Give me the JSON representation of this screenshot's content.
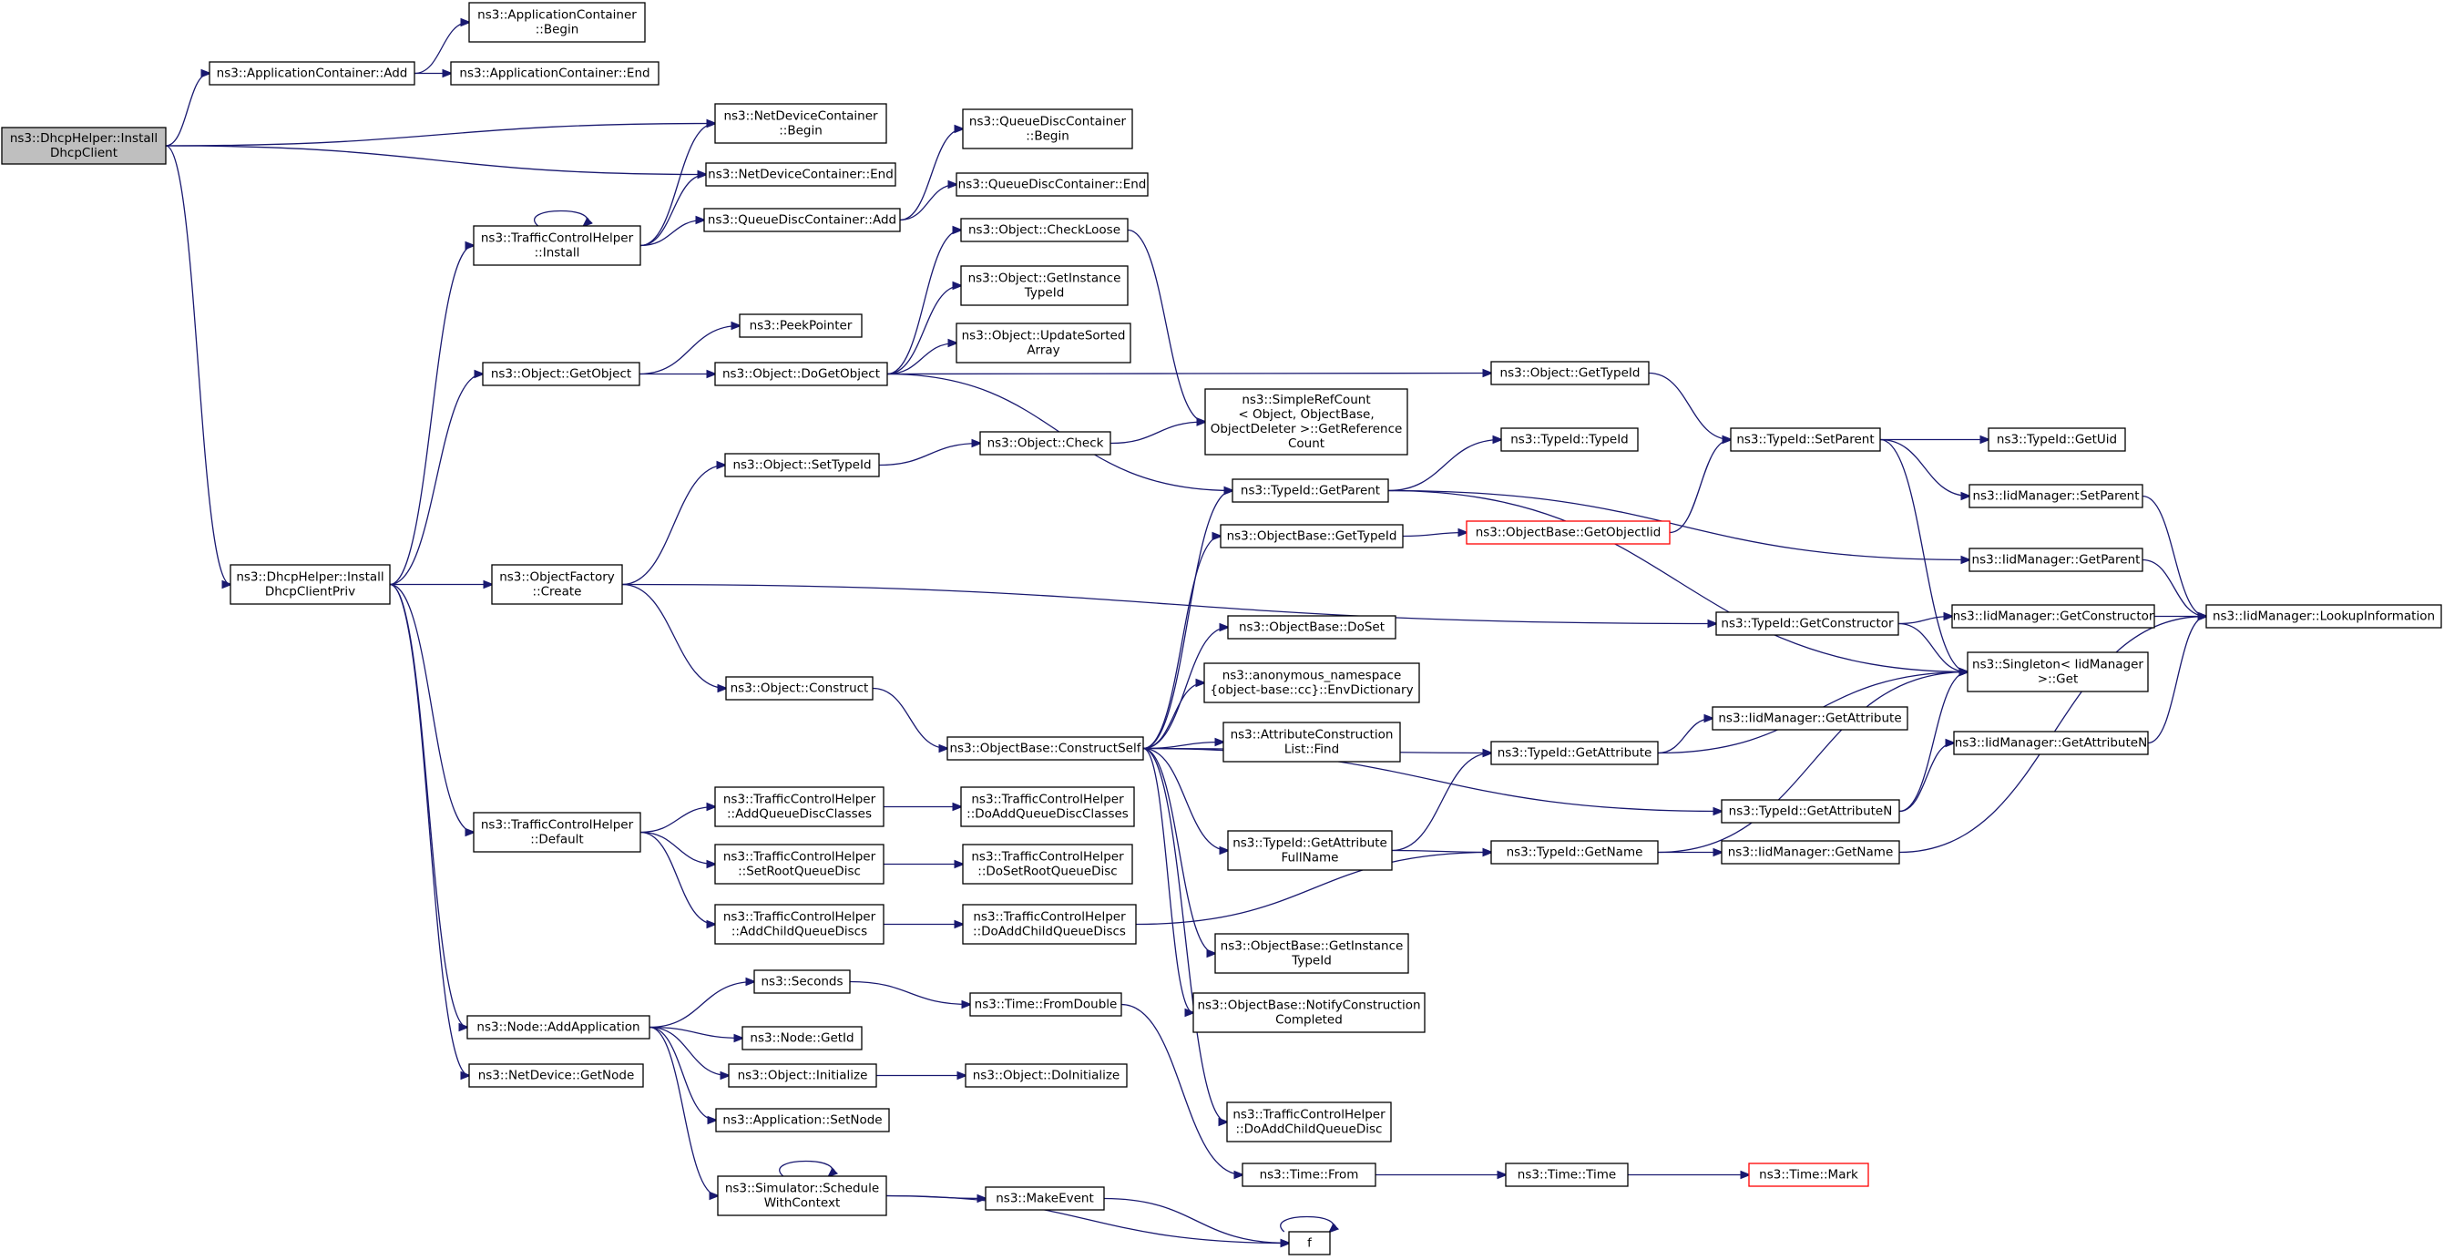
{
  "diagram": {
    "title": "Call graph of ns3::DhcpHelper::InstallDhcpClient",
    "colors": {
      "edge": "#191970",
      "root_fill": "#bfbfbf",
      "node_border": "#000000",
      "truncated_border": "#ff0000",
      "background": "#ffffff"
    },
    "nodes": [
      {
        "id": "root",
        "lines": [
          "ns3::DhcpHelper::Install",
          "DhcpClient"
        ],
        "kind": "root"
      },
      {
        "id": "appAdd",
        "lines": [
          "ns3::ApplicationContainer::Add"
        ]
      },
      {
        "id": "appBegin",
        "lines": [
          "ns3::ApplicationContainer",
          "::Begin"
        ]
      },
      {
        "id": "appEnd",
        "lines": [
          "ns3::ApplicationContainer::End"
        ]
      },
      {
        "id": "ndcBegin",
        "lines": [
          "ns3::NetDeviceContainer",
          "::Begin"
        ]
      },
      {
        "id": "ndcEnd",
        "lines": [
          "ns3::NetDeviceContainer::End"
        ]
      },
      {
        "id": "tchInstall",
        "lines": [
          "ns3::TrafficControlHelper",
          "::Install"
        ]
      },
      {
        "id": "qdcAdd",
        "lines": [
          "ns3::QueueDiscContainer::Add"
        ]
      },
      {
        "id": "qdcBegin",
        "lines": [
          "ns3::QueueDiscContainer",
          "::Begin"
        ]
      },
      {
        "id": "qdcEnd",
        "lines": [
          "ns3::QueueDiscContainer::End"
        ]
      },
      {
        "id": "objCheckLoose",
        "lines": [
          "ns3::Object::CheckLoose"
        ]
      },
      {
        "id": "objGetInstTid",
        "lines": [
          "ns3::Object::GetInstance",
          "TypeId"
        ]
      },
      {
        "id": "objUpdSorted",
        "lines": [
          "ns3::Object::UpdateSorted",
          "Array"
        ]
      },
      {
        "id": "peekPointer",
        "lines": [
          "ns3::PeekPointer"
        ]
      },
      {
        "id": "objGetObject",
        "lines": [
          "ns3::Object::GetObject"
        ]
      },
      {
        "id": "objDoGetObject",
        "lines": [
          "ns3::Object::DoGetObject"
        ]
      },
      {
        "id": "objGetTypeId",
        "lines": [
          "ns3::Object::GetTypeId"
        ]
      },
      {
        "id": "srcGetRef",
        "lines": [
          "ns3::SimpleRefCount",
          "< Object, ObjectBase,",
          "ObjectDeleter >::GetReference",
          "Count"
        ]
      },
      {
        "id": "objSetTypeId",
        "lines": [
          "ns3::Object::SetTypeId"
        ]
      },
      {
        "id": "objCheck",
        "lines": [
          "ns3::Object::Check"
        ]
      },
      {
        "id": "tidTypeId",
        "lines": [
          "ns3::TypeId::TypeId"
        ]
      },
      {
        "id": "tidSetParent",
        "lines": [
          "ns3::TypeId::SetParent"
        ]
      },
      {
        "id": "tidGetUid",
        "lines": [
          "ns3::TypeId::GetUid"
        ]
      },
      {
        "id": "iidSetParent",
        "lines": [
          "ns3::IidManager::SetParent"
        ]
      },
      {
        "id": "tidGetParent",
        "lines": [
          "ns3::TypeId::GetParent"
        ]
      },
      {
        "id": "iidGetParent",
        "lines": [
          "ns3::IidManager::GetParent"
        ]
      },
      {
        "id": "obGetTypeId",
        "lines": [
          "ns3::ObjectBase::GetTypeId"
        ]
      },
      {
        "id": "obGetObjectIid",
        "lines": [
          "ns3::ObjectBase::GetObjectIid"
        ],
        "kind": "trunc"
      },
      {
        "id": "dhcpPriv",
        "lines": [
          "ns3::DhcpHelper::Install",
          "DhcpClientPriv"
        ]
      },
      {
        "id": "ofCreate",
        "lines": [
          "ns3::ObjectFactory",
          "::Create"
        ]
      },
      {
        "id": "tidGetConstructor",
        "lines": [
          "ns3::TypeId::GetConstructor"
        ]
      },
      {
        "id": "iidGetConstructor",
        "lines": [
          "ns3::IidManager::GetConstructor"
        ]
      },
      {
        "id": "iidLookup",
        "lines": [
          "ns3::IidManager::LookupInformation"
        ]
      },
      {
        "id": "obDoSet",
        "lines": [
          "ns3::ObjectBase::DoSet"
        ]
      },
      {
        "id": "anonEnvDict",
        "lines": [
          "ns3::anonymous_namespace",
          "{object-base::cc}::EnvDictionary"
        ]
      },
      {
        "id": "singletonGet",
        "lines": [
          "ns3::Singleton< IidManager",
          ">::Get"
        ]
      },
      {
        "id": "objConstruct",
        "lines": [
          "ns3::Object::Construct"
        ]
      },
      {
        "id": "acListFind",
        "lines": [
          "ns3::AttributeConstruction",
          "List::Find"
        ]
      },
      {
        "id": "obConstructSelf",
        "lines": [
          "ns3::ObjectBase::ConstructSelf"
        ]
      },
      {
        "id": "tidGetAttribute",
        "lines": [
          "ns3::TypeId::GetAttribute"
        ]
      },
      {
        "id": "iidGetAttribute",
        "lines": [
          "ns3::IidManager::GetAttribute"
        ]
      },
      {
        "id": "iidGetAttributeN",
        "lines": [
          "ns3::IidManager::GetAttributeN"
        ]
      },
      {
        "id": "tchDefault",
        "lines": [
          "ns3::TrafficControlHelper",
          "::Default"
        ]
      },
      {
        "id": "tchAddQdClasses",
        "lines": [
          "ns3::TrafficControlHelper",
          "::AddQueueDiscClasses"
        ]
      },
      {
        "id": "tchDoAddQdClasses",
        "lines": [
          "ns3::TrafficControlHelper",
          "::DoAddQueueDiscClasses"
        ]
      },
      {
        "id": "tidGetAttributeN",
        "lines": [
          "ns3::TypeId::GetAttributeN"
        ]
      },
      {
        "id": "tidGetAttrFullName",
        "lines": [
          "ns3::TypeId::GetAttribute",
          "FullName"
        ]
      },
      {
        "id": "tidGetName",
        "lines": [
          "ns3::TypeId::GetName"
        ]
      },
      {
        "id": "iidGetName",
        "lines": [
          "ns3::IidManager::GetName"
        ]
      },
      {
        "id": "tchSetRootQd",
        "lines": [
          "ns3::TrafficControlHelper",
          "::SetRootQueueDisc"
        ]
      },
      {
        "id": "tchDoSetRootQd",
        "lines": [
          "ns3::TrafficControlHelper",
          "::DoSetRootQueueDisc"
        ]
      },
      {
        "id": "tchAddChildQds",
        "lines": [
          "ns3::TrafficControlHelper",
          "::AddChildQueueDiscs"
        ]
      },
      {
        "id": "tchDoAddChildQds",
        "lines": [
          "ns3::TrafficControlHelper",
          "::DoAddChildQueueDiscs"
        ]
      },
      {
        "id": "obGetInstTid",
        "lines": [
          "ns3::ObjectBase::GetInstance",
          "TypeId"
        ]
      },
      {
        "id": "seconds",
        "lines": [
          "ns3::Seconds"
        ]
      },
      {
        "id": "obNotifyCC",
        "lines": [
          "ns3::ObjectBase::NotifyConstruction",
          "Completed"
        ]
      },
      {
        "id": "timeFromDouble",
        "lines": [
          "ns3::Time::FromDouble"
        ]
      },
      {
        "id": "nodeAddApp",
        "lines": [
          "ns3::Node::AddApplication"
        ]
      },
      {
        "id": "nodeGetId",
        "lines": [
          "ns3::Node::GetId"
        ]
      },
      {
        "id": "ndGetNode",
        "lines": [
          "ns3::NetDevice::GetNode"
        ]
      },
      {
        "id": "objInitialize",
        "lines": [
          "ns3::Object::Initialize"
        ]
      },
      {
        "id": "objDoInitialize",
        "lines": [
          "ns3::Object::DoInitialize"
        ]
      },
      {
        "id": "appSetNode",
        "lines": [
          "ns3::Application::SetNode"
        ]
      },
      {
        "id": "tchDoAddChildQd",
        "lines": [
          "ns3::TrafficControlHelper",
          "::DoAddChildQueueDisc"
        ]
      },
      {
        "id": "timeFrom",
        "lines": [
          "ns3::Time::From"
        ]
      },
      {
        "id": "timeTime",
        "lines": [
          "ns3::Time::Time"
        ]
      },
      {
        "id": "timeMark",
        "lines": [
          "ns3::Time::Mark"
        ],
        "kind": "trunc"
      },
      {
        "id": "simSchedule",
        "lines": [
          "ns3::Simulator::Schedule",
          "WithContext"
        ]
      },
      {
        "id": "makeEvent",
        "lines": [
          "ns3::MakeEvent"
        ]
      },
      {
        "id": "f",
        "lines": [
          "f"
        ]
      }
    ],
    "edges": [
      [
        "root",
        "appAdd"
      ],
      [
        "appAdd",
        "appBegin"
      ],
      [
        "appAdd",
        "appEnd"
      ],
      [
        "root",
        "ndcBegin"
      ],
      [
        "root",
        "ndcEnd"
      ],
      [
        "root",
        "dhcpPriv"
      ],
      [
        "tchInstall",
        "tchInstall"
      ],
      [
        "tchInstall",
        "ndcBegin"
      ],
      [
        "tchInstall",
        "ndcEnd"
      ],
      [
        "tchInstall",
        "qdcAdd"
      ],
      [
        "qdcAdd",
        "qdcBegin"
      ],
      [
        "qdcAdd",
        "qdcEnd"
      ],
      [
        "objGetObject",
        "peekPointer"
      ],
      [
        "objGetObject",
        "objDoGetObject"
      ],
      [
        "objDoGetObject",
        "objCheckLoose"
      ],
      [
        "objDoGetObject",
        "objGetInstTid"
      ],
      [
        "objDoGetObject",
        "objUpdSorted"
      ],
      [
        "objDoGetObject",
        "objGetTypeId"
      ],
      [
        "objDoGetObject",
        "tidGetParent"
      ],
      [
        "objCheckLoose",
        "srcGetRef"
      ],
      [
        "objCheck",
        "srcGetRef"
      ],
      [
        "objSetTypeId",
        "objCheck"
      ],
      [
        "objGetTypeId",
        "tidSetParent"
      ],
      [
        "tidSetParent",
        "tidGetUid"
      ],
      [
        "tidSetParent",
        "iidSetParent"
      ],
      [
        "tidSetParent",
        "singletonGet"
      ],
      [
        "iidSetParent",
        "iidLookup"
      ],
      [
        "iidGetParent",
        "iidLookup"
      ],
      [
        "tidGetParent",
        "tidTypeId"
      ],
      [
        "tidGetParent",
        "iidGetParent"
      ],
      [
        "tidGetParent",
        "singletonGet"
      ],
      [
        "obGetTypeId",
        "obGetObjectIid"
      ],
      [
        "obGetObjectIid",
        "tidSetParent"
      ],
      [
        "dhcpPriv",
        "tchInstall"
      ],
      [
        "dhcpPriv",
        "objGetObject"
      ],
      [
        "dhcpPriv",
        "ofCreate"
      ],
      [
        "dhcpPriv",
        "tchDefault"
      ],
      [
        "dhcpPriv",
        "nodeAddApp"
      ],
      [
        "dhcpPriv",
        "ndGetNode"
      ],
      [
        "ofCreate",
        "objSetTypeId"
      ],
      [
        "ofCreate",
        "tidGetConstructor"
      ],
      [
        "ofCreate",
        "objConstruct"
      ],
      [
        "tidGetConstructor",
        "iidGetConstructor"
      ],
      [
        "tidGetConstructor",
        "singletonGet"
      ],
      [
        "iidGetConstructor",
        "iidLookup"
      ],
      [
        "objConstruct",
        "obConstructSelf"
      ],
      [
        "obConstructSelf",
        "tidGetParent"
      ],
      [
        "obConstructSelf",
        "obGetTypeId"
      ],
      [
        "obConstructSelf",
        "obDoSet"
      ],
      [
        "obConstructSelf",
        "anonEnvDict"
      ],
      [
        "obConstructSelf",
        "acListFind"
      ],
      [
        "obConstructSelf",
        "tidGetAttribute"
      ],
      [
        "obConstructSelf",
        "tidGetAttrFullName"
      ],
      [
        "obConstructSelf",
        "tidGetAttributeN"
      ],
      [
        "obConstructSelf",
        "obGetInstTid"
      ],
      [
        "obConstructSelf",
        "obNotifyCC"
      ],
      [
        "obConstructSelf",
        "tchDoAddChildQd"
      ],
      [
        "tidGetAttribute",
        "iidGetAttribute"
      ],
      [
        "tidGetAttribute",
        "singletonGet"
      ],
      [
        "tidGetAttrFullName",
        "tidGetAttribute"
      ],
      [
        "tidGetAttrFullName",
        "tidGetName"
      ],
      [
        "tidGetName",
        "iidGetName"
      ],
      [
        "tidGetName",
        "singletonGet"
      ],
      [
        "iidGetName",
        "iidLookup"
      ],
      [
        "tidGetAttributeN",
        "iidGetAttributeN"
      ],
      [
        "tidGetAttributeN",
        "singletonGet"
      ],
      [
        "iidGetAttributeN",
        "iidLookup"
      ],
      [
        "tchDefault",
        "tchAddQdClasses"
      ],
      [
        "tchDefault",
        "tchSetRootQd"
      ],
      [
        "tchDefault",
        "tchAddChildQds"
      ],
      [
        "tchAddQdClasses",
        "tchDoAddQdClasses"
      ],
      [
        "tchSetRootQd",
        "tchDoSetRootQd"
      ],
      [
        "tchAddChildQds",
        "tchDoAddChildQds"
      ],
      [
        "tchDoAddChildQds",
        "tidGetName"
      ],
      [
        "nodeAddApp",
        "seconds"
      ],
      [
        "nodeAddApp",
        "nodeGetId"
      ],
      [
        "nodeAddApp",
        "objInitialize"
      ],
      [
        "nodeAddApp",
        "appSetNode"
      ],
      [
        "nodeAddApp",
        "simSchedule"
      ],
      [
        "seconds",
        "timeFromDouble"
      ],
      [
        "timeFromDouble",
        "timeFrom"
      ],
      [
        "timeFrom",
        "timeTime"
      ],
      [
        "timeTime",
        "timeMark"
      ],
      [
        "objInitialize",
        "objDoInitialize"
      ],
      [
        "simSchedule",
        "simSchedule"
      ],
      [
        "simSchedule",
        "makeEvent"
      ],
      [
        "simSchedule",
        "f"
      ],
      [
        "makeEvent",
        "f"
      ],
      [
        "f",
        "f"
      ]
    ]
  }
}
